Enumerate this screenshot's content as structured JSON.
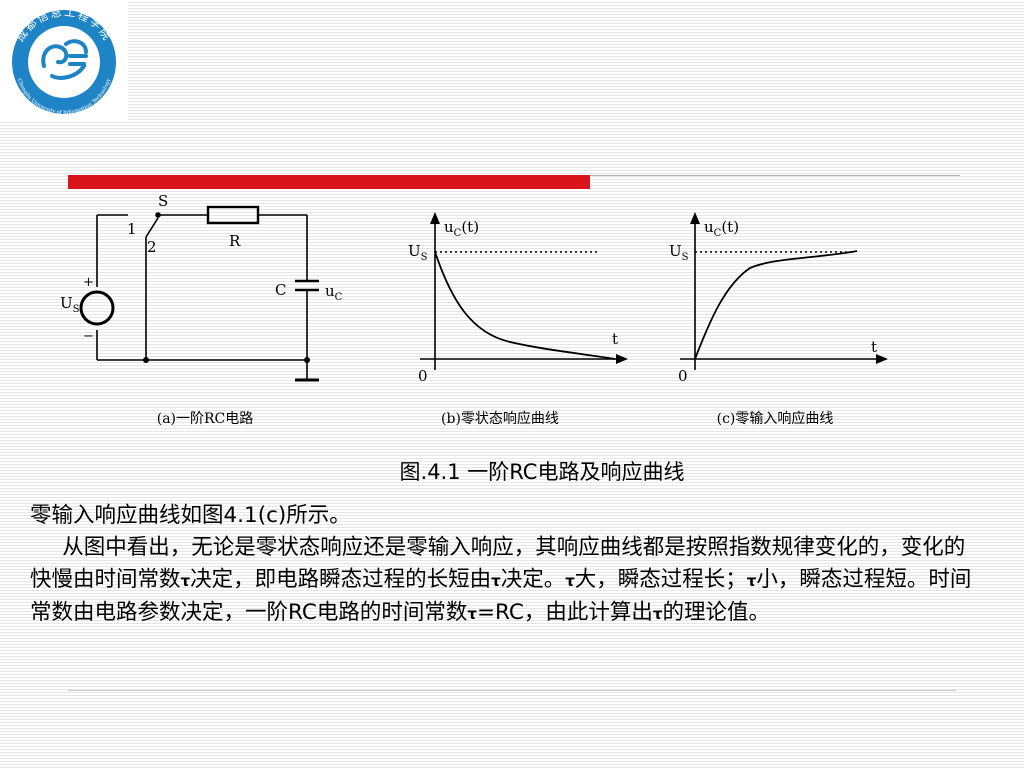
{
  "logo": {
    "text_ring": "成都信息工程学院",
    "text_en": "Chengdu University of Information Technology"
  },
  "colors": {
    "accent_red": "#d9141b",
    "logo_blue": "#1f84c5",
    "ink": "#000000",
    "dotted": "#000000"
  },
  "figure": {
    "circuit": {
      "switch_label": "S",
      "pos1": "1",
      "pos2": "2",
      "resistor_label": "R",
      "capacitor_label": "C",
      "uc_main": "u",
      "uc_sub": "C",
      "source_plus": "+",
      "source_minus": "−",
      "us_main": "U",
      "us_sub": "S",
      "caption": "(a)一阶RC电路"
    },
    "plot_b": {
      "y_label_main": "u",
      "y_label_sub": "C",
      "y_label_tail": "(t)",
      "us_main": "U",
      "us_sub": "S",
      "x_label": "t",
      "origin": "0",
      "caption": "(b)零状态响应曲线"
    },
    "plot_c": {
      "y_label_main": "u",
      "y_label_sub": "C",
      "y_label_tail": "(t)",
      "us_main": "U",
      "us_sub": "S",
      "x_label": "t",
      "origin": "0",
      "caption": "(c)零输入响应曲线"
    }
  },
  "main_caption": "图.4.1   一阶RC电路及响应曲线",
  "paragraph1": "零输入响应曲线如图4.1(c)所示。",
  "paragraph2": {
    "s1": "从图中看出，无论是零状态响应还是零输入响应，其响应曲线都是按照指数规律变化的，变化的快慢由时间常数",
    "tau": "τ",
    "s2": "决定，即电路瞬态过程的长短由",
    "s3": "决定。",
    "s4": "大，瞬态过程长；",
    "s5": "小，瞬态过程短。时间常数由电路参数决定，一阶RC电路的时间常数",
    "s6": "=RC，由此计算出",
    "s7": "的理论值。"
  }
}
